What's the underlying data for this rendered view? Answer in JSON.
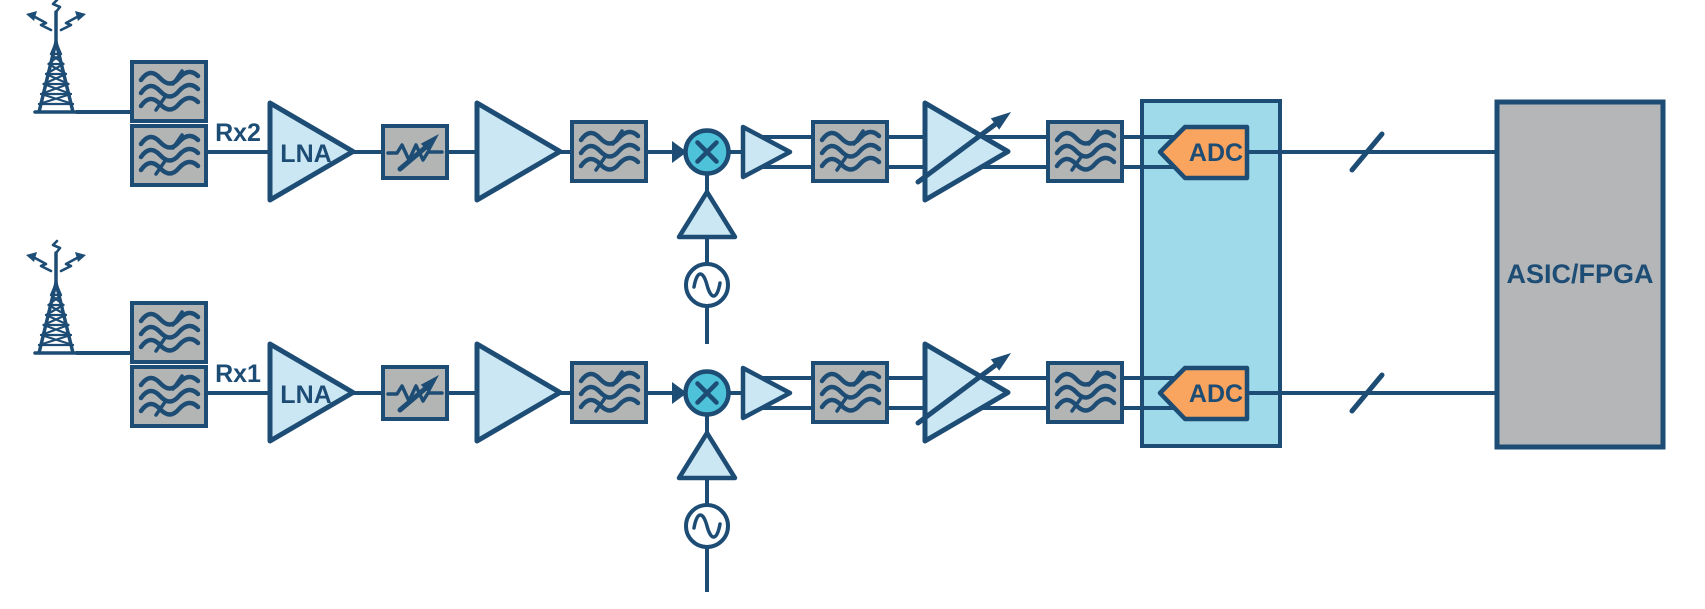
{
  "diagram": {
    "chains": [
      {
        "label": "Rx2",
        "lna_label": "LNA",
        "adc_label": "ADC"
      },
      {
        "label": "Rx1",
        "lna_label": "LNA",
        "adc_label": "ADC"
      }
    ],
    "processor": {
      "label": "ASIC/FPGA"
    },
    "icons": {
      "antenna": "antenna-icon",
      "bandpass_filter": "bandpass-filter-icon",
      "lna": "lna-amplifier-icon",
      "variable_attenuator": "variable-attenuator-icon",
      "gain_stage": "amplifier-icon",
      "mixer": "mixer-icon",
      "lo_buffer": "lo-amplifier-icon",
      "local_oscillator": "oscillator-icon",
      "single_to_diff_amp": "single-to-diff-amplifier-icon",
      "vga": "variable-gain-amplifier-icon",
      "adc": "adc-icon",
      "bus_slash": "bus-slash-icon"
    },
    "colors": {
      "outline_navy": "#1d4c75",
      "component_light_blue": "#cbe7f3",
      "mixer_cyan": "#4dc2d9",
      "adc_panel_blue": "#9edae9",
      "block_gray": "#b3b5b4",
      "adc_orange": "#f9a45f",
      "asic_gray": "#b4b6b8",
      "background": "#ffffff"
    }
  }
}
